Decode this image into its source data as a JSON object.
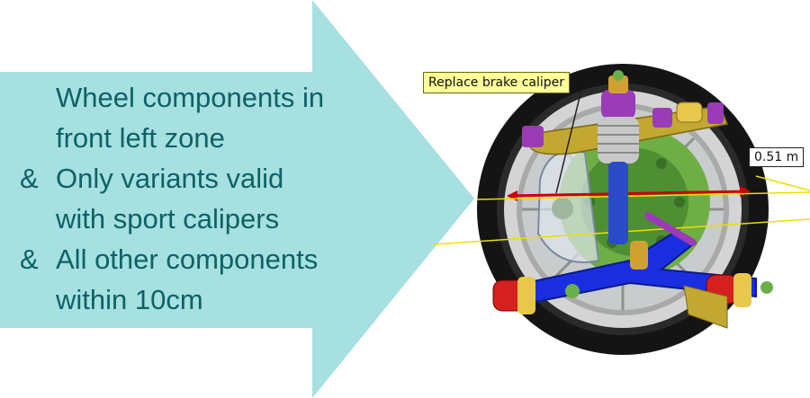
{
  "arrow": {
    "fill": "#a6e0e0",
    "text_color": "#0e6266",
    "lines": [
      {
        "prefix": "",
        "text": "Wheel components in"
      },
      {
        "prefix": "",
        "text": "front left zone"
      },
      {
        "prefix": "&",
        "text": "Only variants valid"
      },
      {
        "prefix": "",
        "text": "with sport calipers"
      },
      {
        "prefix": "&",
        "text": "All other components"
      },
      {
        "prefix": "",
        "text": "within 10cm"
      }
    ]
  },
  "model": {
    "callout_label": "Replace brake caliper",
    "measurement_label": "0.51 m",
    "colors": {
      "tire": "#141414",
      "rim": "#cfcfcf",
      "brake_disc": "#6fae45",
      "control_arm": "#1a2ee0",
      "strut": "#2c4bc9",
      "spring": "#c8c8c8",
      "measure_line": "#cc0000",
      "guide_line": "#e8e000",
      "purple_mounts": "#9b3bb8",
      "yellow_parts": "#e8c84a"
    }
  }
}
